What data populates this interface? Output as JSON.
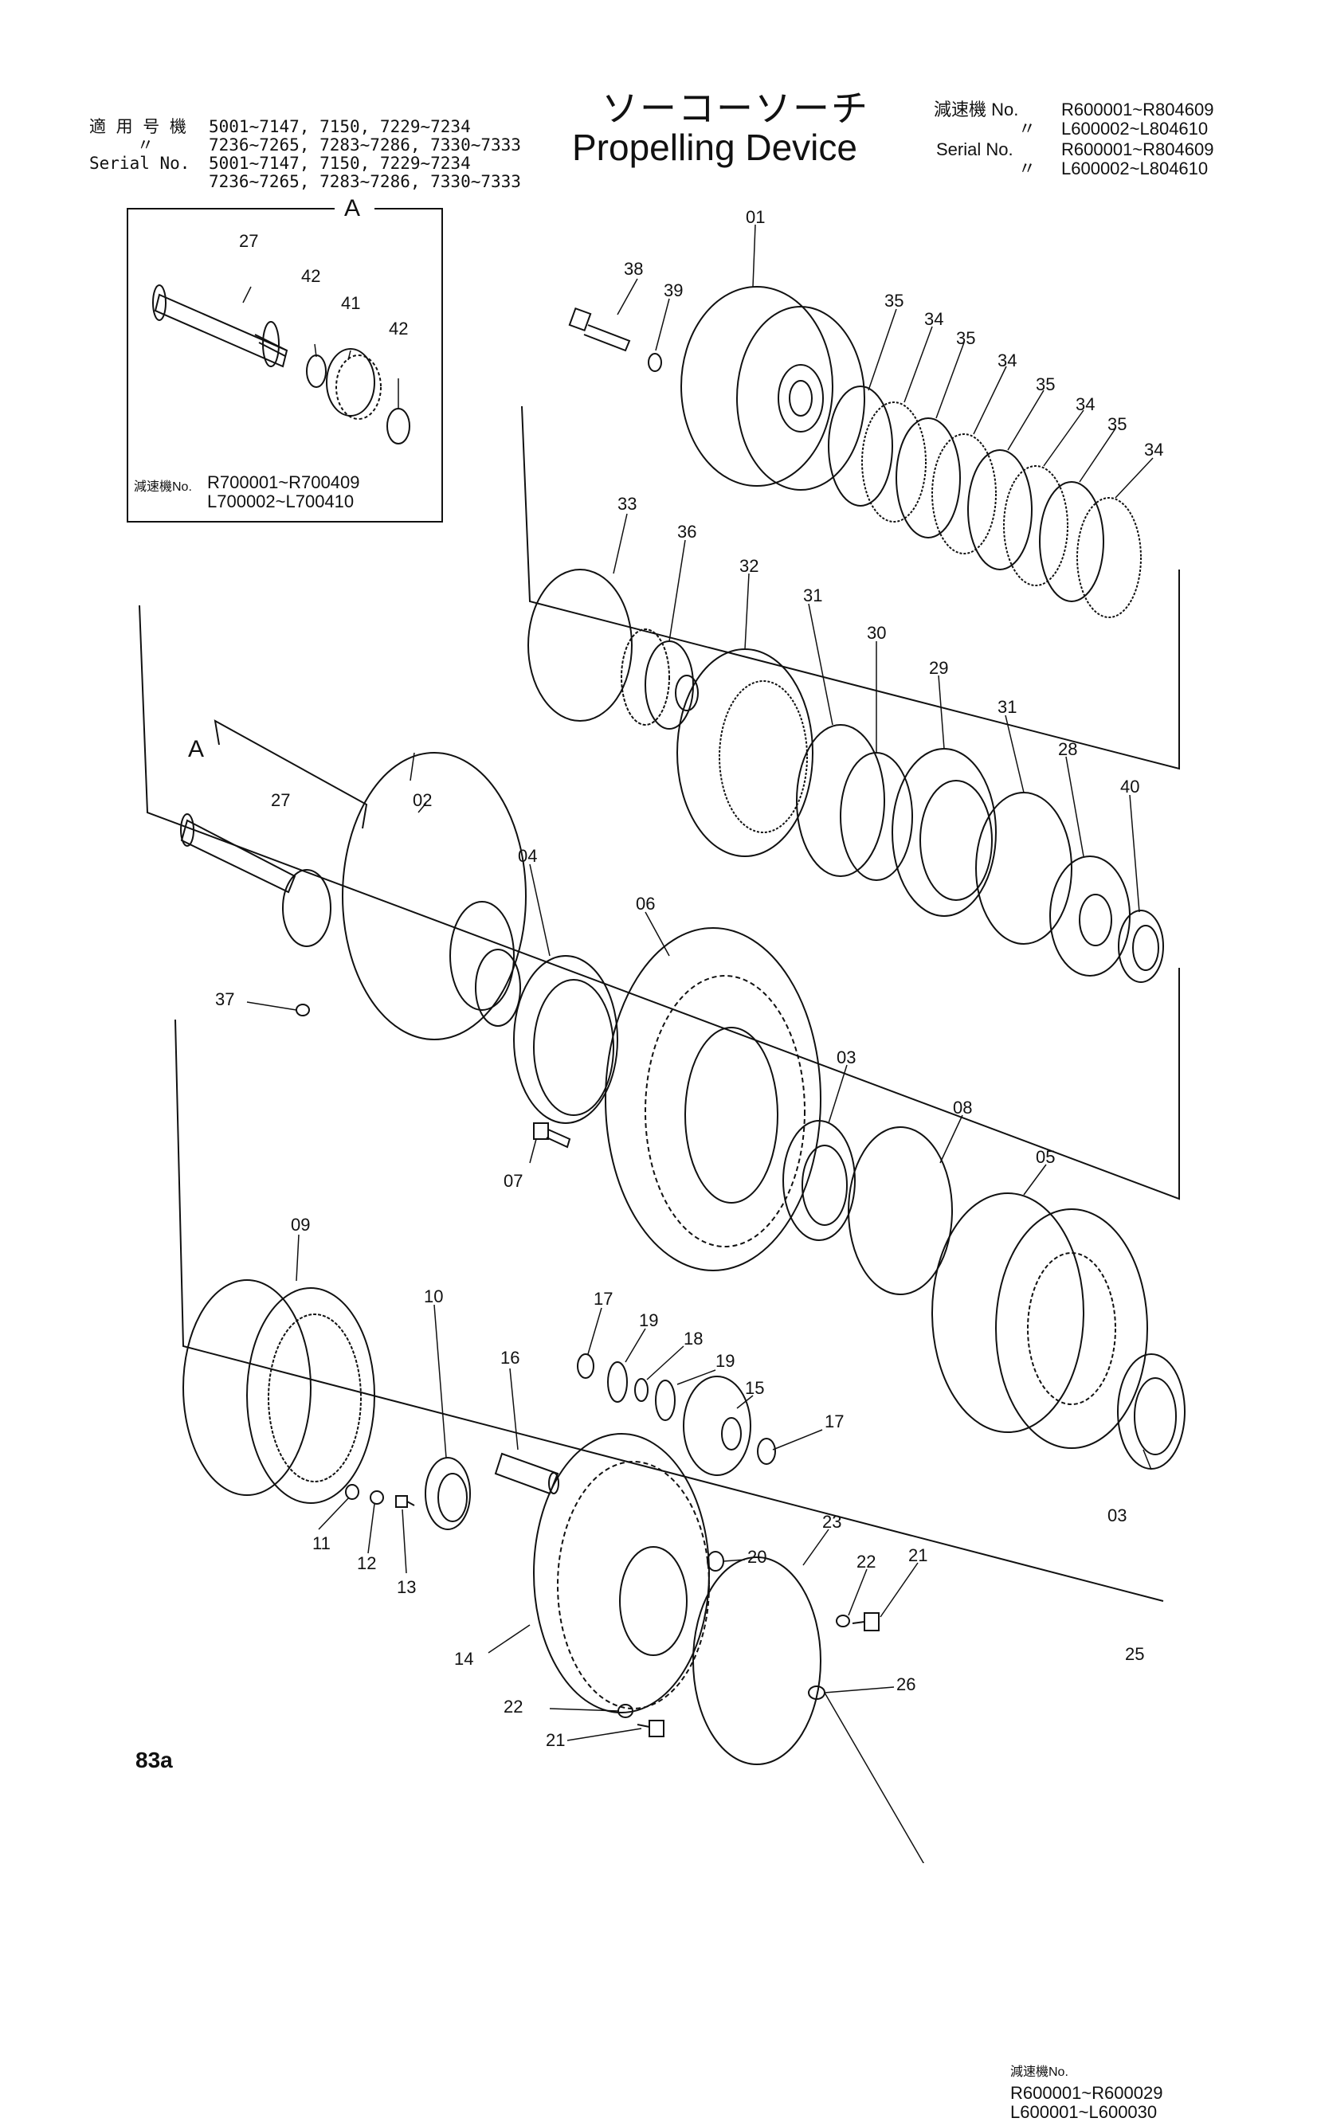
{
  "header": {
    "applicable_label_jp": "適 用 号 機",
    "applicable_ranges": [
      "5001~7147, 7150, 7229~7234",
      "7236~7265, 7283~7286, 7330~7333"
    ],
    "ditto": "〃",
    "serial_label": "Serial No.",
    "serial_ranges": [
      "5001~7147, 7150, 7229~7234",
      "7236~7265, 7283~7286, 7330~7333"
    ],
    "title_jp": "ソーコーソーチ",
    "title_en": "Propelling Device",
    "reducer_label_jp": "減速機 No.",
    "reducer_ranges": [
      "R600001~R804609",
      "L600002~L804610"
    ],
    "serial_label_r": "Serial No.",
    "serial_ranges_r": [
      "R600001~R804609",
      "L600002~L804610"
    ]
  },
  "inset_a": {
    "label": "A",
    "reducer_label": "減速機No.",
    "ranges": [
      "R700001~R700409",
      "L700002~L700410"
    ],
    "parts": [
      "27",
      "42",
      "41",
      "42"
    ]
  },
  "inset_b": {
    "reducer_label": "減速機No.",
    "ranges": [
      "R600001~R600029",
      "L600001~L600030"
    ],
    "part": "25"
  },
  "view_a_label": "A",
  "part_numbers": {
    "p01": "01",
    "p02": "02",
    "p03a": "03",
    "p03b": "03",
    "p04": "04",
    "p05": "05",
    "p06": "06",
    "p07": "07",
    "p08": "08",
    "p09": "09",
    "p10": "10",
    "p11": "11",
    "p12": "12",
    "p13": "13",
    "p14": "14",
    "p15": "15",
    "p16": "16",
    "p17a": "17",
    "p17b": "17",
    "p18": "18",
    "p19a": "19",
    "p19b": "19",
    "p20": "20",
    "p21a": "21",
    "p21b": "21",
    "p22a": "22",
    "p22b": "22",
    "p23": "23",
    "p26": "26",
    "p27": "27",
    "p28": "28",
    "p29": "29",
    "p30": "30",
    "p31a": "31",
    "p31b": "31",
    "p32": "32",
    "p33": "33",
    "p34a": "34",
    "p34b": "34",
    "p34c": "34",
    "p34d": "34",
    "p35a": "35",
    "p35b": "35",
    "p35c": "35",
    "p35d": "35",
    "p36": "36",
    "p37": "37",
    "p38": "38",
    "p39": "39",
    "p40": "40"
  },
  "page_number": "83a"
}
